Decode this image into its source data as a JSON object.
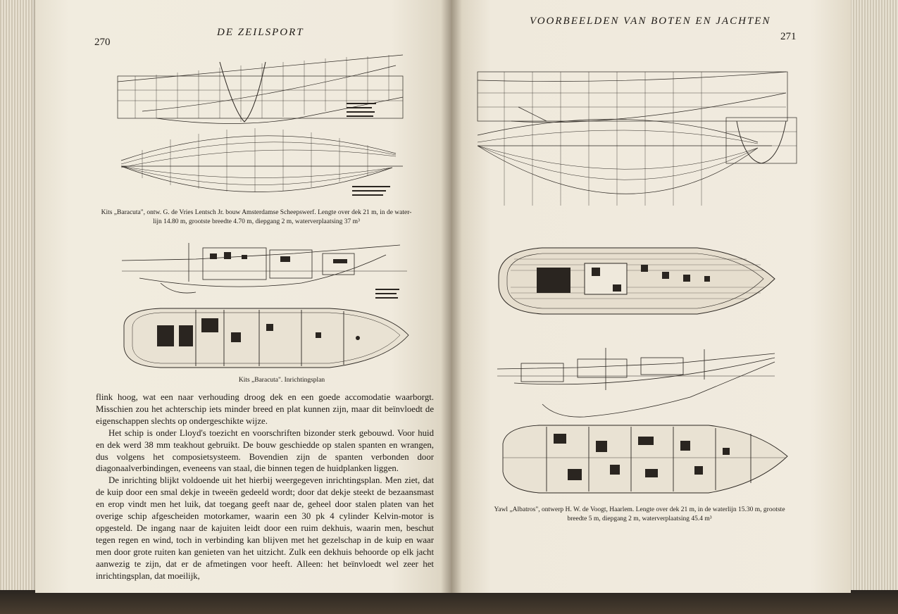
{
  "left_page": {
    "page_number": "270",
    "running_head": "DE ZEILSPORT",
    "caption_lines_plan": [
      "Kits „Baracuta\", ontw. G. de Vries Lentsch Jr. bouw Amsterdamse Scheepswerf. Lengte over dek 21 m, in de water-",
      "lijn 14.80 m, grootste breedte 4.70 m, diepgang 2 m, waterverplaatsing 37 m³"
    ],
    "caption_interior": "Kits „Baracuta\". Inrichtingsplan",
    "body_paragraphs": [
      "flink hoog, wat een naar verhouding droog dek en een goede accomodatie waarborgt. Misschien zou het achterschip iets minder breed en plat kunnen zijn, maar dit beïnvloedt de eigenschappen slechts op ondergeschikte wijze.",
      "Het schip is onder Lloyd's toezicht en voorschriften bizonder sterk gebouwd. Voor huid en dek werd 38 mm teakhout gebruikt. De bouw geschiedde op stalen spanten en wrangen, dus volgens het composietsysteem. Bovendien zijn de spanten verbonden door diagonaalverbindingen, eveneens van staal, die binnen tegen de huidplanken liggen.",
      "De inrichting blijkt voldoende uit het hierbij weergegeven inrichtingsplan. Men ziet, dat de kuip door een smal dekje in tweeën gedeeld wordt; door dat dekje steekt de bezaansmast en erop vindt men het luik, dat toegang geeft naar de, geheel door stalen platen van het overige schip afgescheiden motorkamer, waarin een 30 pk 4 cylinder Kelvin-motor is opgesteld. De ingang naar de kajuiten leidt door een ruim dekhuis, waarin men, beschut tegen regen en wind, toch in verbinding kan blijven met het gezelschap in de kuip en waar men door grote ruiten kan genieten van het uitzicht. Zulk een dekhuis behoorde op elk jacht aanwezig te zijn, dat er de afmetingen voor heeft. Alleen: het beïnvloedt wel zeer het inrichtingsplan, dat moeilijk,"
    ]
  },
  "right_page": {
    "page_number": "271",
    "running_head": "VOORBEELDEN VAN BOTEN EN JACHTEN",
    "caption_lines": [
      "Yawl „Albatros\", ontwerp H. W. de Voogt, Haarlem. Lengte over dek 21 m, in de waterlijn 15.30 m, grootste",
      "breedte 5 m, diepgang 2 m, waterverplaatsing 45.4 m³"
    ]
  },
  "colors": {
    "paper": "#efe9dc",
    "ink": "#1e1a16"
  }
}
